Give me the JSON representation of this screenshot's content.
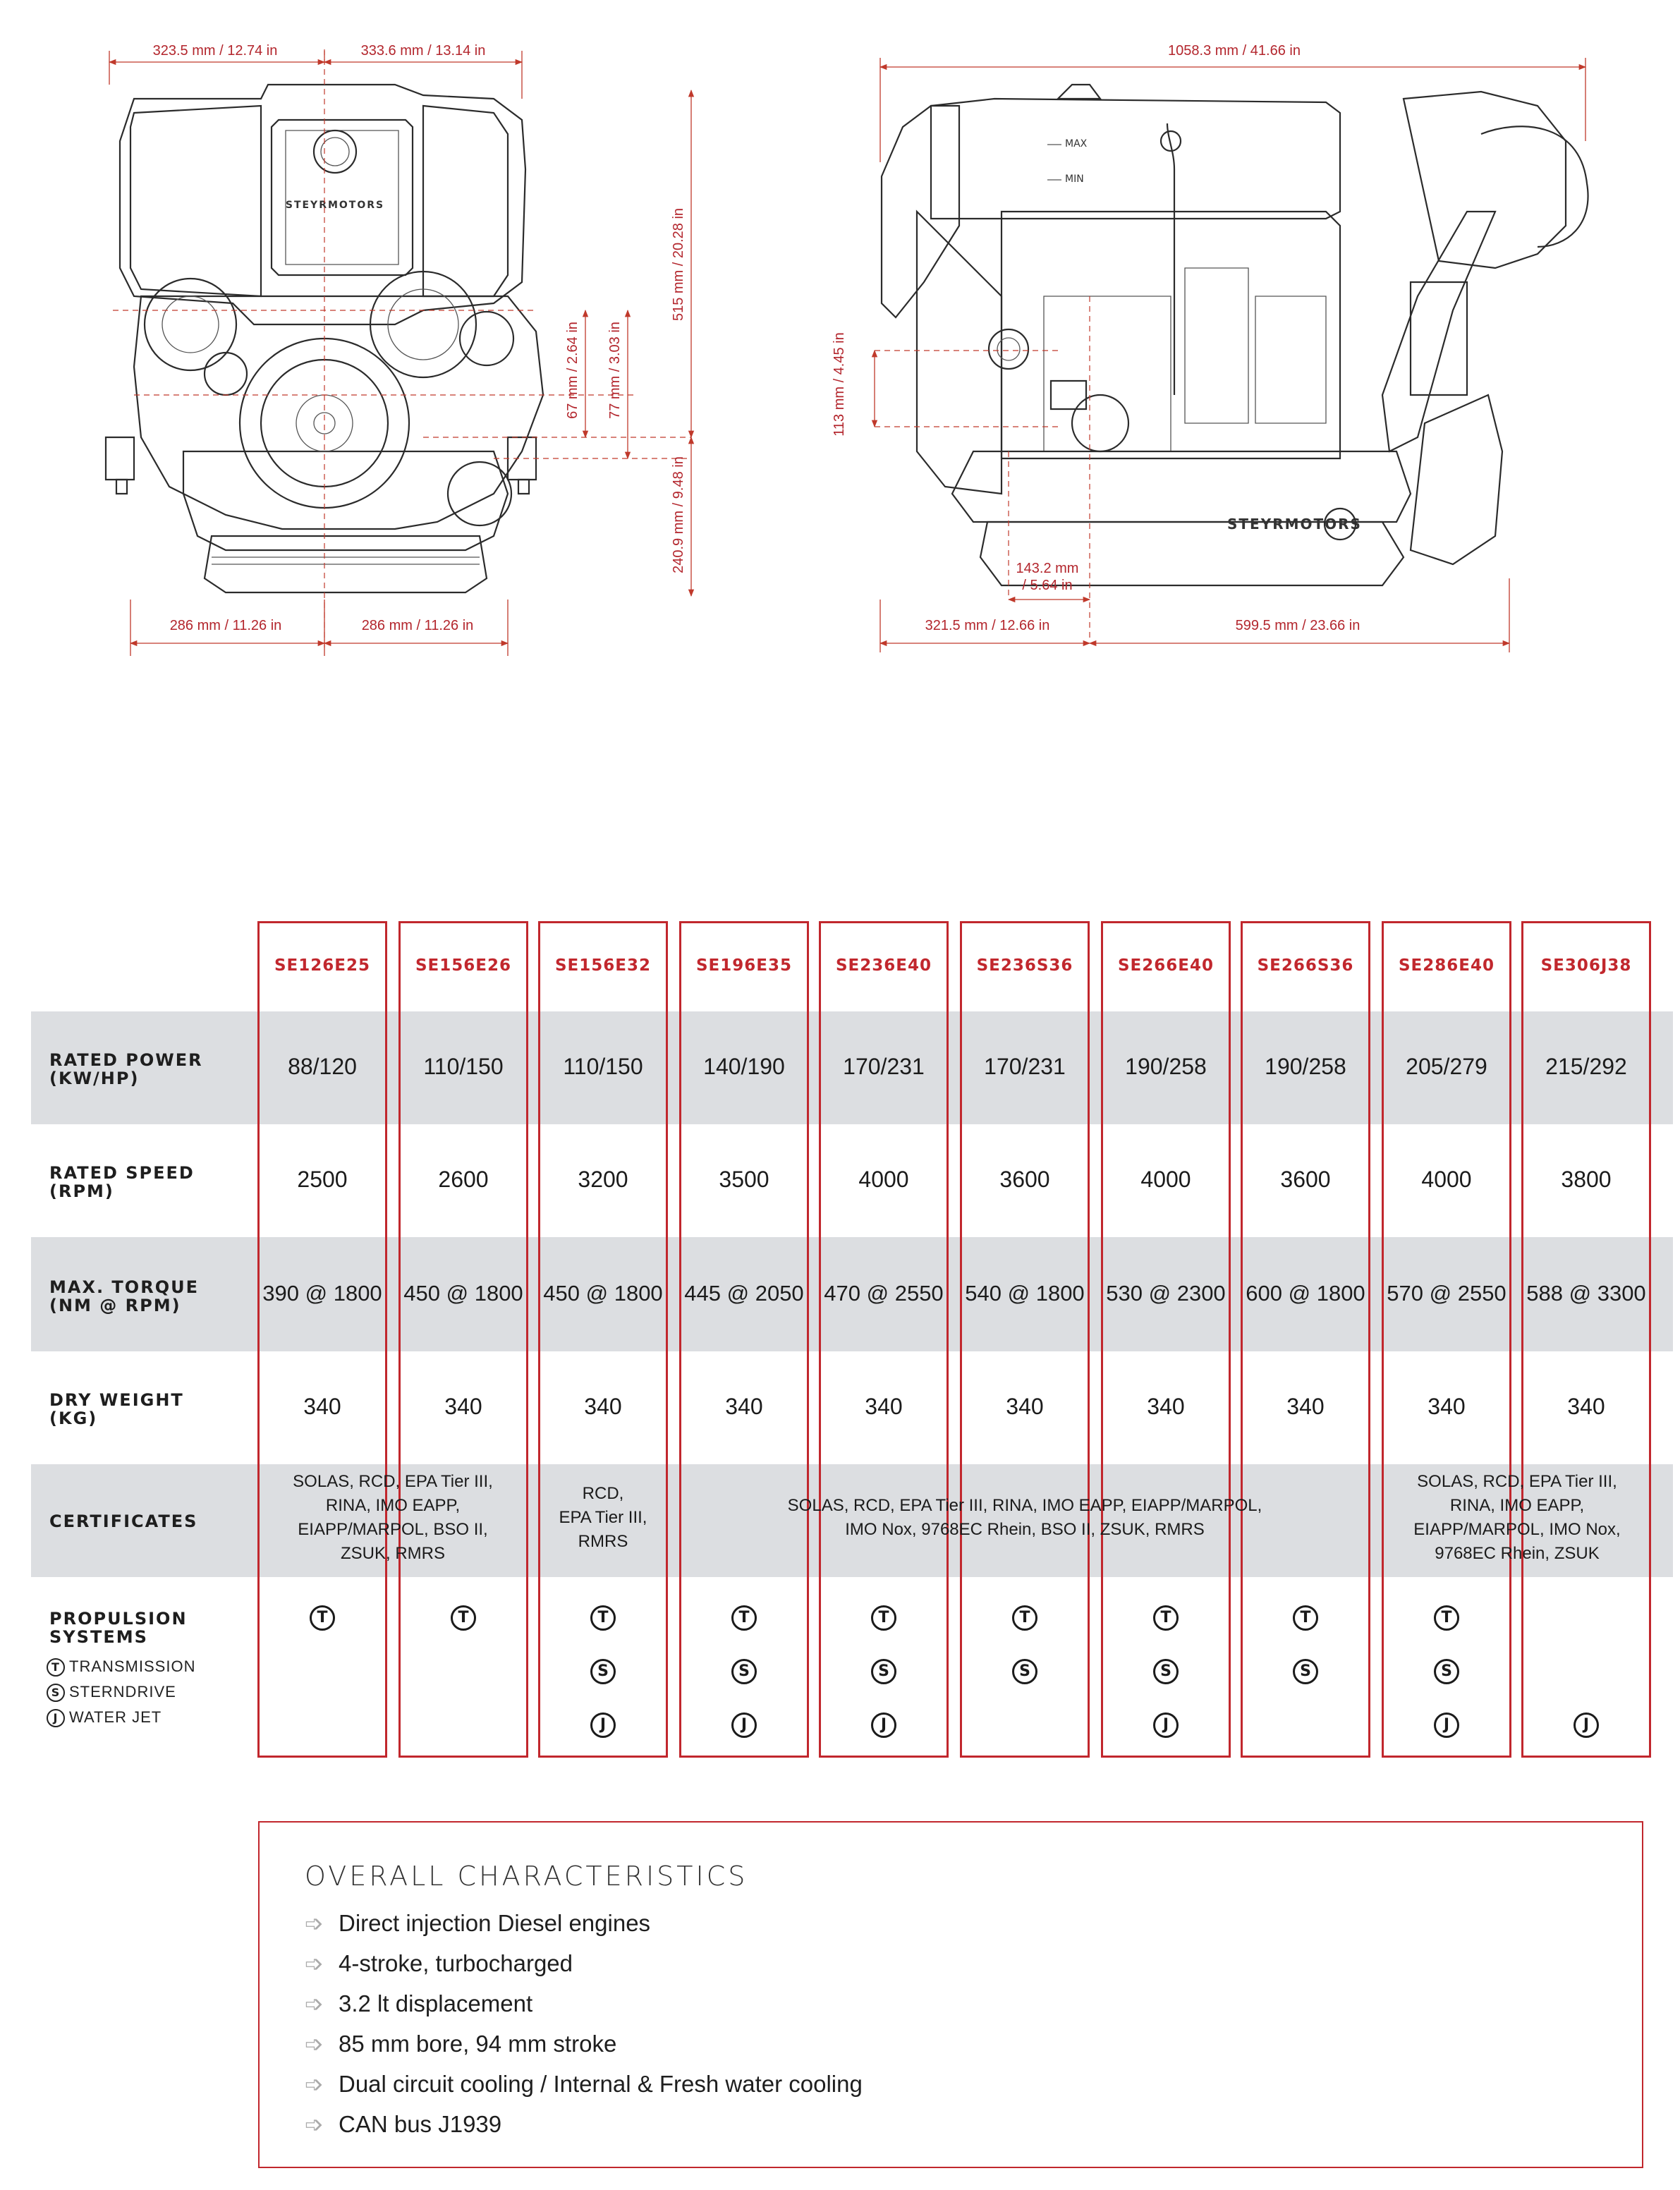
{
  "dimensions": {
    "front": {
      "top_left": "323.5 mm / 12.74 in",
      "top_right": "333.6 mm / 13.14 in",
      "right_total": "515 mm / 20.28 in",
      "inner_a": "67 mm / 2.64 in",
      "inner_b": "77 mm / 3.03 in",
      "right_lower": "240.9 mm / 9.48 in",
      "bottom_left": "286 mm / 11.26 in",
      "bottom_right": "286 mm / 11.26 in",
      "logo_text": "STEYRMOTORS"
    },
    "side": {
      "top_total": "1058.3 mm / 41.66 in",
      "left_height": "113 mm / 4.45 in",
      "offset_a": "143.2 mm",
      "offset_b": "/ 5.64 in",
      "bottom_left": "321.5 mm / 12.66 in",
      "bottom_right": "599.5 mm / 23.66 in",
      "max_label": "MAX",
      "min_label": "MIN",
      "logo_text": "STEYRMOTORS"
    }
  },
  "table": {
    "models": [
      "SE126E25",
      "SE156E26",
      "SE156E32",
      "SE196E35",
      "SE236E40",
      "SE236S36",
      "SE266E40",
      "SE266S36",
      "SE286E40",
      "SE306J38"
    ],
    "rows": {
      "power": {
        "label1": "RATED POWER",
        "label2": "(KW/HP)",
        "values": [
          "88/120",
          "110/150",
          "110/150",
          "140/190",
          "170/231",
          "170/231",
          "190/258",
          "190/258",
          "205/279",
          "215/292"
        ]
      },
      "speed": {
        "label1": "RATED SPEED",
        "label2": "(RPM)",
        "values": [
          "2500",
          "2600",
          "3200",
          "3500",
          "4000",
          "3600",
          "4000",
          "3600",
          "4000",
          "3800"
        ]
      },
      "torque": {
        "label1": "MAX. TORQUE",
        "label2": "(NM @ RPM)",
        "values": [
          "390 @ 1800",
          "450 @ 1800",
          "450 @ 1800",
          "445 @ 2050",
          "470 @ 2550",
          "540 @ 1800",
          "530 @ 2300",
          "600 @ 1800",
          "570 @ 2550",
          "588 @ 3300"
        ]
      },
      "weight": {
        "label1": "DRY WEIGHT",
        "label2": "(KG)",
        "values": [
          "340",
          "340",
          "340",
          "340",
          "340",
          "340",
          "340",
          "340",
          "340",
          "340"
        ]
      },
      "certificates": {
        "label": "CERTIFICATES",
        "groups": [
          {
            "lines": [
              "SOLAS, RCD, EPA Tier III,",
              "RINA, IMO EAPP,",
              "EIAPP/MARPOL, BSO II,",
              "ZSUK, RMRS"
            ]
          },
          {
            "lines": [
              "RCD,",
              "EPA Tier III,",
              "RMRS"
            ]
          },
          {
            "lines": [
              "SOLAS, RCD, EPA Tier III, RINA, IMO EAPP, EIAPP/MARPOL,",
              "IMO Nox, 9768EC Rhein, BSO II, ZSUK, RMRS"
            ]
          },
          {
            "lines": [
              "SOLAS, RCD, EPA Tier III,",
              "RINA, IMO EAPP,",
              "EIAPP/MARPOL, IMO Nox,",
              "9768EC Rhein, ZSUK"
            ]
          }
        ]
      },
      "propulsion": {
        "label1": "PROPULSION",
        "label2": "SYSTEMS",
        "legend": [
          {
            "symbol": "T",
            "text": "TRANSMISSION"
          },
          {
            "symbol": "S",
            "text": "STERNDRIVE"
          },
          {
            "symbol": "J",
            "text": "WATER JET"
          }
        ],
        "symbols": {
          "t": "T",
          "s": "S",
          "j": "J"
        }
      }
    }
  },
  "overall": {
    "title": "OVERALL CHARACTERISTICS",
    "arrow_icon": "➩",
    "items": [
      "Direct injection Diesel engines",
      "4-stroke, turbocharged",
      "3.2 lt displacement",
      "85 mm bore, 94 mm stroke",
      "Dual circuit cooling / Internal & Fresh water cooling",
      "CAN bus J1939"
    ]
  }
}
